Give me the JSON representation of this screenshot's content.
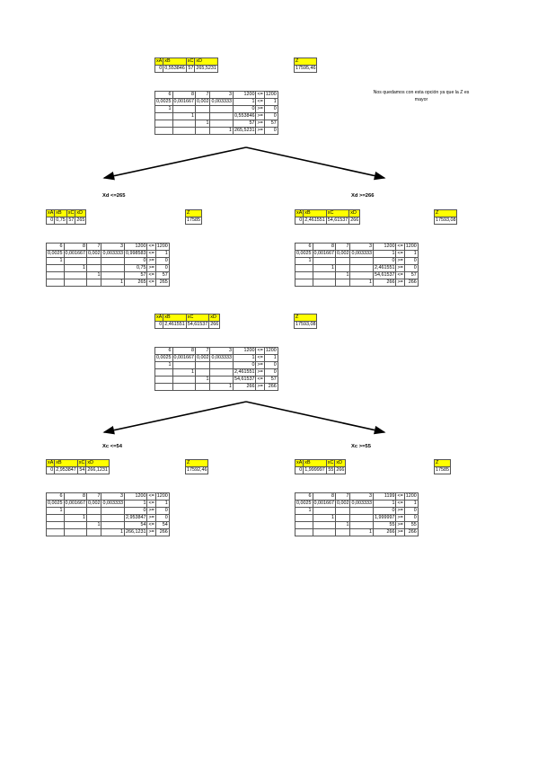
{
  "headers": [
    "xA",
    "xB",
    "xC",
    "xD"
  ],
  "z_header": "Z",
  "note": "Nos quedamos con esta opción ya que la Z es mayor",
  "branch_labels": {
    "left1": "Xd <=265",
    "right1": "Xd >=266",
    "left2": "Xc <=54",
    "right2": "Xc >=55"
  },
  "nodes": {
    "root": {
      "vars": [
        "0",
        "0,553846",
        "57",
        "265,5231"
      ],
      "z": "17595,46",
      "constraints": [
        [
          "6",
          "8",
          "7",
          "3",
          "1200",
          "<=",
          "1200"
        ],
        [
          "0,0025",
          "0,001667",
          "0,002",
          "0,003333",
          "1",
          "<=",
          "1"
        ],
        [
          "1",
          "",
          "",
          "",
          "0",
          ">=",
          "0"
        ],
        [
          "",
          "1",
          "",
          "",
          "0,553846",
          ">=",
          "0"
        ],
        [
          "",
          "",
          "1",
          "",
          "57",
          ">=",
          "57"
        ],
        [
          "",
          "",
          "",
          "1",
          "265,5231",
          ">=",
          "0"
        ]
      ]
    },
    "xd_le": {
      "vars": [
        "0",
        "0,75",
        "57",
        "265"
      ],
      "z": "17585",
      "constraints": [
        [
          "6",
          "8",
          "7",
          "3",
          "1200",
          "<=",
          "1200"
        ],
        [
          "0,0025",
          "0,001667",
          "0,002",
          "0,003333",
          "0,998583",
          "<=",
          "1"
        ],
        [
          "1",
          "",
          "",
          "",
          "0",
          ">=",
          "0"
        ],
        [
          "",
          "1",
          "",
          "",
          "0,75",
          ">=",
          "0"
        ],
        [
          "",
          "",
          "1",
          "",
          "57",
          "<=",
          "57"
        ],
        [
          "",
          "",
          "",
          "1",
          "265",
          "<=",
          "265"
        ]
      ]
    },
    "xd_ge": {
      "vars": [
        "0",
        "2,461551",
        "54,61537",
        "266"
      ],
      "z": "17593,08",
      "constraints": [
        [
          "6",
          "8",
          "7",
          "3",
          "1200",
          "<=",
          "1200"
        ],
        [
          "0,0025",
          "0,001667",
          "0,002",
          "0,003333",
          "1",
          "<=",
          "1"
        ],
        [
          "1",
          "",
          "",
          "",
          "0",
          ">=",
          "0"
        ],
        [
          "",
          "1",
          "",
          "",
          "2,461551",
          ">=",
          "0"
        ],
        [
          "",
          "",
          "1",
          "",
          "54,61537",
          "<=",
          "57"
        ],
        [
          "",
          "",
          "",
          "1",
          "266",
          ">=",
          "266"
        ]
      ]
    },
    "mid": {
      "vars": [
        "0",
        "2,461551",
        "54,61537",
        "266"
      ],
      "z": "17593,08",
      "constraints": [
        [
          "6",
          "8",
          "7",
          "3",
          "1200",
          "<=",
          "1200"
        ],
        [
          "0,0025",
          "0,001667",
          "0,002",
          "0,003333",
          "1",
          "<=",
          "1"
        ],
        [
          "1",
          "",
          "",
          "",
          "0",
          ">=",
          "0"
        ],
        [
          "",
          "1",
          "",
          "",
          "2,461551",
          ">=",
          "0"
        ],
        [
          "",
          "",
          "1",
          "",
          "54,61537",
          "<=",
          "57"
        ],
        [
          "",
          "",
          "",
          "1",
          "266",
          ">=",
          "266"
        ]
      ]
    },
    "xc_le": {
      "vars": [
        "0",
        "2,953847",
        "54",
        "266,1231"
      ],
      "z": "17592,46",
      "constraints": [
        [
          "6",
          "8",
          "7",
          "3",
          "1200",
          "<=",
          "1200"
        ],
        [
          "0,0025",
          "0,001667",
          "0,002",
          "0,003333",
          "1",
          "<=",
          "1"
        ],
        [
          "1",
          "",
          "",
          "",
          "0",
          ">=",
          "0"
        ],
        [
          "",
          "1",
          "",
          "",
          "2,953847",
          ">=",
          "0"
        ],
        [
          "",
          "",
          "1",
          "",
          "54",
          "<=",
          "54"
        ],
        [
          "",
          "",
          "",
          "1",
          "266,1231",
          ">=",
          "266"
        ]
      ]
    },
    "xc_ge": {
      "vars": [
        "0",
        "1,999997",
        "55",
        "266"
      ],
      "z": "17585",
      "constraints": [
        [
          "6",
          "8",
          "7",
          "3",
          "1199",
          "<=",
          "1200"
        ],
        [
          "0,0025",
          "0,001667",
          "0,002",
          "0,003333",
          "1",
          "<=",
          "1"
        ],
        [
          "1",
          "",
          "",
          "",
          "0",
          ">=",
          "0"
        ],
        [
          "",
          "1",
          "",
          "",
          "1,999997",
          ">=",
          "0"
        ],
        [
          "",
          "",
          "1",
          "",
          "55",
          ">=",
          "55"
        ],
        [
          "",
          "",
          "",
          "1",
          "266",
          ">=",
          "266"
        ]
      ]
    }
  }
}
